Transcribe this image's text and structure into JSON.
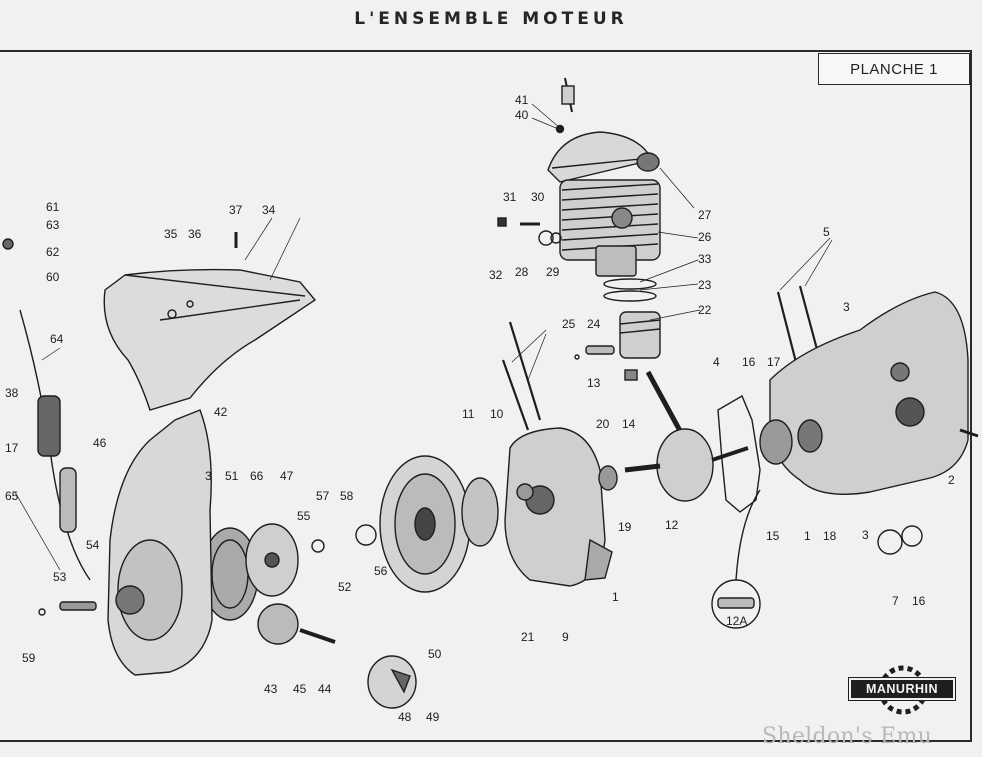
{
  "title": "L'ENSEMBLE MOTEUR",
  "plate_label": "PLANCHE 1",
  "brand_logo": "MANURHIN",
  "watermark": "Sheldon's Emu",
  "callouts": [
    "41",
    "40",
    "27",
    "26",
    "33",
    "23",
    "22",
    "31",
    "30",
    "32",
    "28",
    "29",
    "25",
    "24",
    "13",
    "5",
    "3",
    "37",
    "35",
    "34",
    "36",
    "61",
    "63",
    "62",
    "60",
    "64",
    "4",
    "16",
    "17",
    "11",
    "10",
    "20",
    "14",
    "42",
    "46",
    "3",
    "51",
    "66",
    "47",
    "57",
    "58",
    "55",
    "56",
    "52",
    "19",
    "12",
    "15",
    "1",
    "18",
    "2",
    "7",
    "16",
    "54",
    "53",
    "59",
    "43",
    "45",
    "44",
    "48",
    "49",
    "50",
    "21",
    "9",
    "1",
    "3",
    "12A",
    "65",
    "17",
    "38"
  ]
}
